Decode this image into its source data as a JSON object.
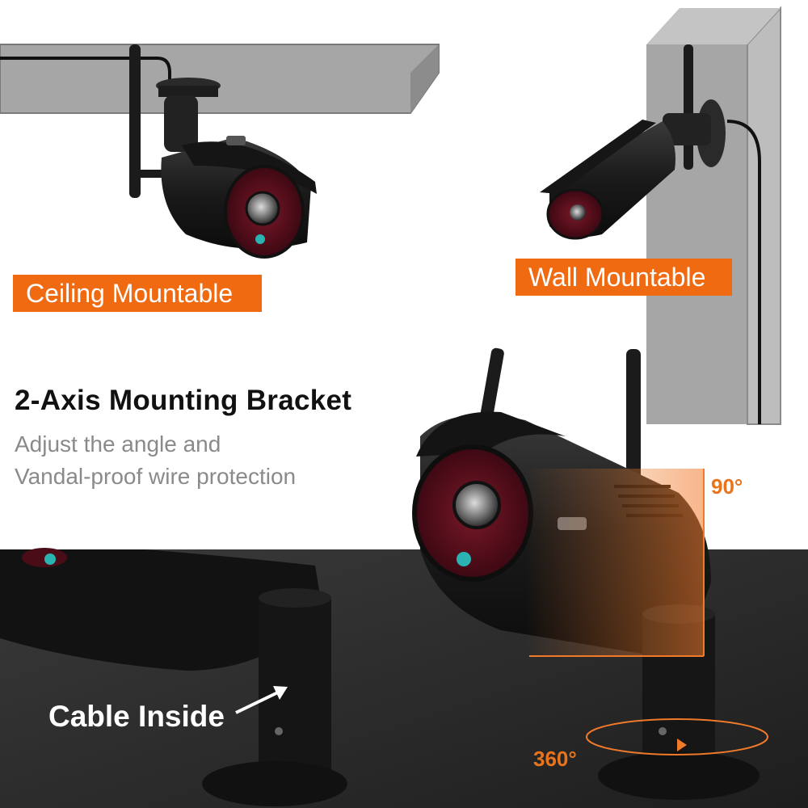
{
  "mounting": {
    "ceiling_label": "Ceiling Mountable",
    "wall_label": "Wall Mountable"
  },
  "feature": {
    "title": "2-Axis Mounting Bracket",
    "line1": "Adjust the angle and",
    "line2": "Vandal-proof wire protection"
  },
  "callouts": {
    "cable": "Cable Inside",
    "tilt_angle": "90°",
    "pan_angle": "360°"
  },
  "colors": {
    "accent": "#f06a12",
    "dark_background": "#2a2a2a",
    "camera_body": "#1c1c1c",
    "ir_panel": "#5a0e1c",
    "wall_gray": "#a8a8a8"
  }
}
